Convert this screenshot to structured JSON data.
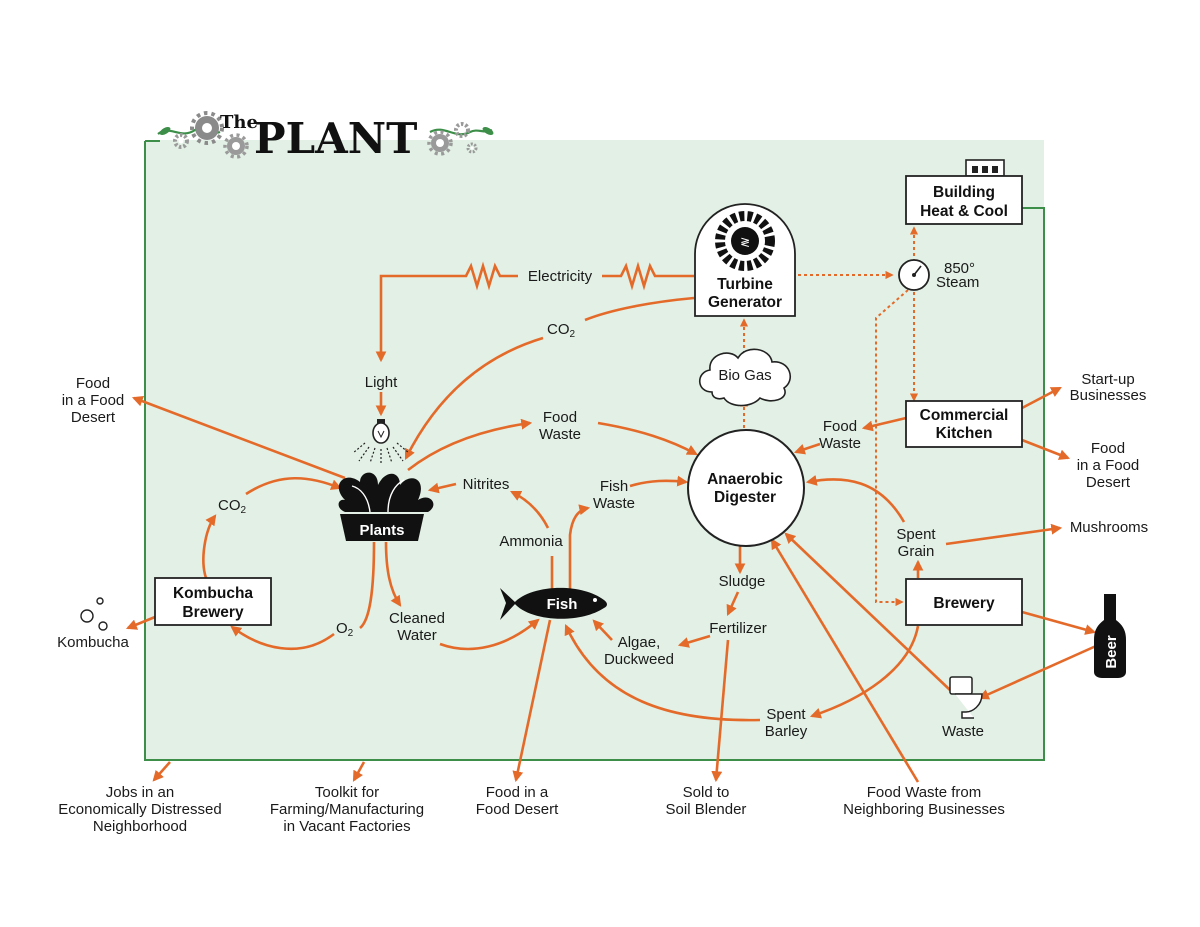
{
  "title": {
    "prefix": "The",
    "main": "PLANT"
  },
  "colors": {
    "arrow": "#e46a2a",
    "panel_fill": "#e2f0e5",
    "panel_border": "#3c8e48",
    "box_border": "#222222",
    "ink": "#111111"
  },
  "nodes": {
    "building_heat": [
      "Building",
      "Heat & Cool"
    ],
    "turbine": [
      "Turbine",
      "Generator"
    ],
    "commercial_kitchen": [
      "Commercial",
      "Kitchen"
    ],
    "kombucha_brewery": [
      "Kombucha",
      "Brewery"
    ],
    "brewery": "Brewery",
    "anaerobic_digester": [
      "Anaerobic",
      "Digester"
    ],
    "plants": "Plants",
    "fish": "Fish",
    "beer": "Beer",
    "bio_gas": "Bio Gas"
  },
  "labels": {
    "electricity": "Electricity",
    "co2_top": "CO",
    "co2_left": "CO",
    "co2_sub": "2",
    "o2": "O",
    "o2_sub": "2",
    "light": "Light",
    "steam": [
      "850°",
      "Steam"
    ],
    "food_waste_center": [
      "Food",
      "Waste"
    ],
    "food_waste_kitchen": [
      "Food",
      "Waste"
    ],
    "nitrites": "Nitrites",
    "ammonia": "Ammonia",
    "fish_waste": [
      "Fish",
      "Waste"
    ],
    "cleaned_water": [
      "Cleaned",
      "Water"
    ],
    "sludge": "Sludge",
    "fertilizer": "Fertilizer",
    "algae": [
      "Algae,",
      "Duckweed"
    ],
    "spent_grain": [
      "Spent",
      "Grain"
    ],
    "spent_barley": [
      "Spent",
      "Barley"
    ],
    "waste": "Waste",
    "kombucha": "Kombucha",
    "food_desert_left": [
      "Food",
      "in a Food",
      "Desert"
    ],
    "startup": [
      "Start-up",
      "Businesses"
    ],
    "food_desert_right": [
      "Food",
      "in a Food",
      "Desert"
    ],
    "mushrooms": "Mushrooms"
  },
  "outputs": {
    "jobs": [
      "Jobs in an",
      "Economically Distressed",
      "Neighborhood"
    ],
    "toolkit": [
      "Toolkit for",
      "Farming/Manufacturing",
      "in Vacant Factories"
    ],
    "food_desert_bottom": [
      "Food in a",
      "Food Desert"
    ],
    "soil": [
      "Sold to",
      "Soil Blender"
    ],
    "food_waste_neighbors": [
      "Food Waste from",
      "Neighboring Businesses"
    ]
  }
}
